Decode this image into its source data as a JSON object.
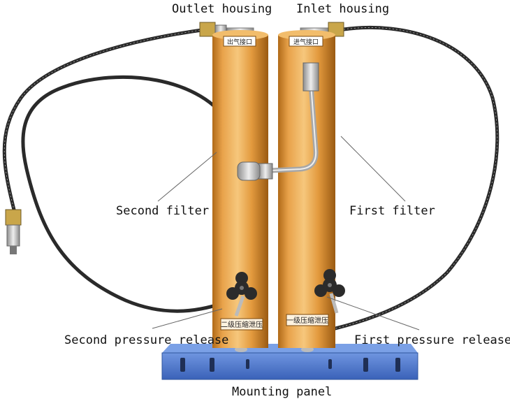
{
  "labels": {
    "outlet_housing": "Outlet housing",
    "inlet_housing": "Inlet housing",
    "second_filter": "Second filter",
    "first_filter": "First filter",
    "second_pressure_release": "Second pressure release",
    "first_pressure_release": "First pressure release",
    "mounting_panel": "Mounting panel"
  },
  "cylinder_text": {
    "outlet_top": "出气接口",
    "inlet_top": "进气接口",
    "second_bottom": "二级压缩泄压",
    "first_bottom": "一级压缩泄压"
  },
  "colors": {
    "cylinder": "#e8a24a",
    "panel": "#3f6fc9",
    "hose": "#2a2a2a",
    "steel": "#c9c9c9",
    "brass": "#c9a64a",
    "leader_line": "#666666"
  },
  "icons": {
    "valve_knob": "three-lobe-knob"
  }
}
